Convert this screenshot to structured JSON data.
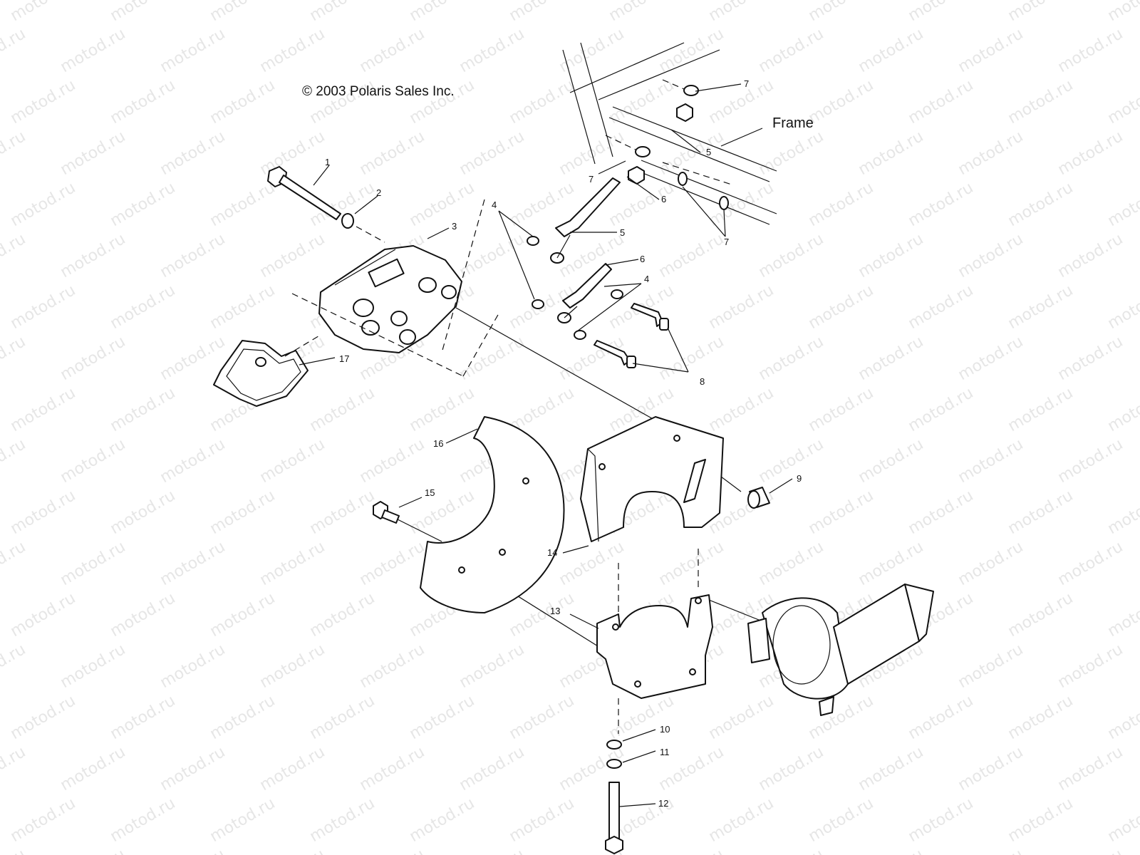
{
  "copyright": "© 2003 Polaris Sales Inc.",
  "frame_label": "Frame",
  "watermark": "motod.ru",
  "callouts": {
    "c1": "1",
    "c2": "2",
    "c3": "3",
    "c4a": "4",
    "c4b": "4",
    "c5a": "5",
    "c5b": "5",
    "c6a": "6",
    "c6b": "6",
    "c7a": "7",
    "c7b": "7",
    "c7c": "7",
    "c8": "8",
    "c9": "9",
    "c10": "10",
    "c11": "11",
    "c12": "12",
    "c13": "13",
    "c14": "14",
    "c15": "15",
    "c16": "16",
    "c17": "17"
  }
}
